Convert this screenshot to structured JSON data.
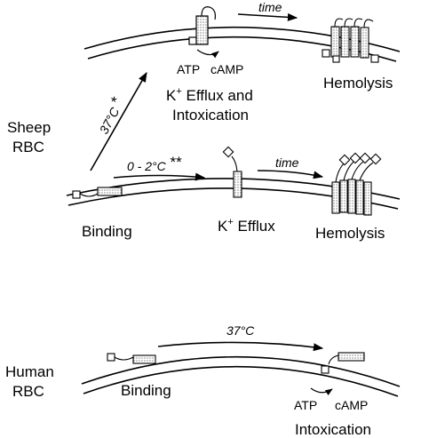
{
  "species": {
    "sheep": "Sheep\nRBC",
    "human": "Human\nRBC"
  },
  "sheep_upper": {
    "atp": "ATP",
    "camp": "cAMP",
    "caption_line1": "K+ Efflux and",
    "caption_line2": "Intoxication",
    "time": "time",
    "hemolysis": "Hemolysis"
  },
  "sheep_lower": {
    "temp_37": "37°C *",
    "temp_cold": "0 - 2°C **",
    "binding": "Binding",
    "efflux": "K+ Efflux",
    "time": "time",
    "hemolysis": "Hemolysis"
  },
  "human": {
    "temp": "37°C",
    "binding": "Binding",
    "atp": "ATP",
    "camp": "cAMP",
    "intoxication": "Intoxication"
  }
}
